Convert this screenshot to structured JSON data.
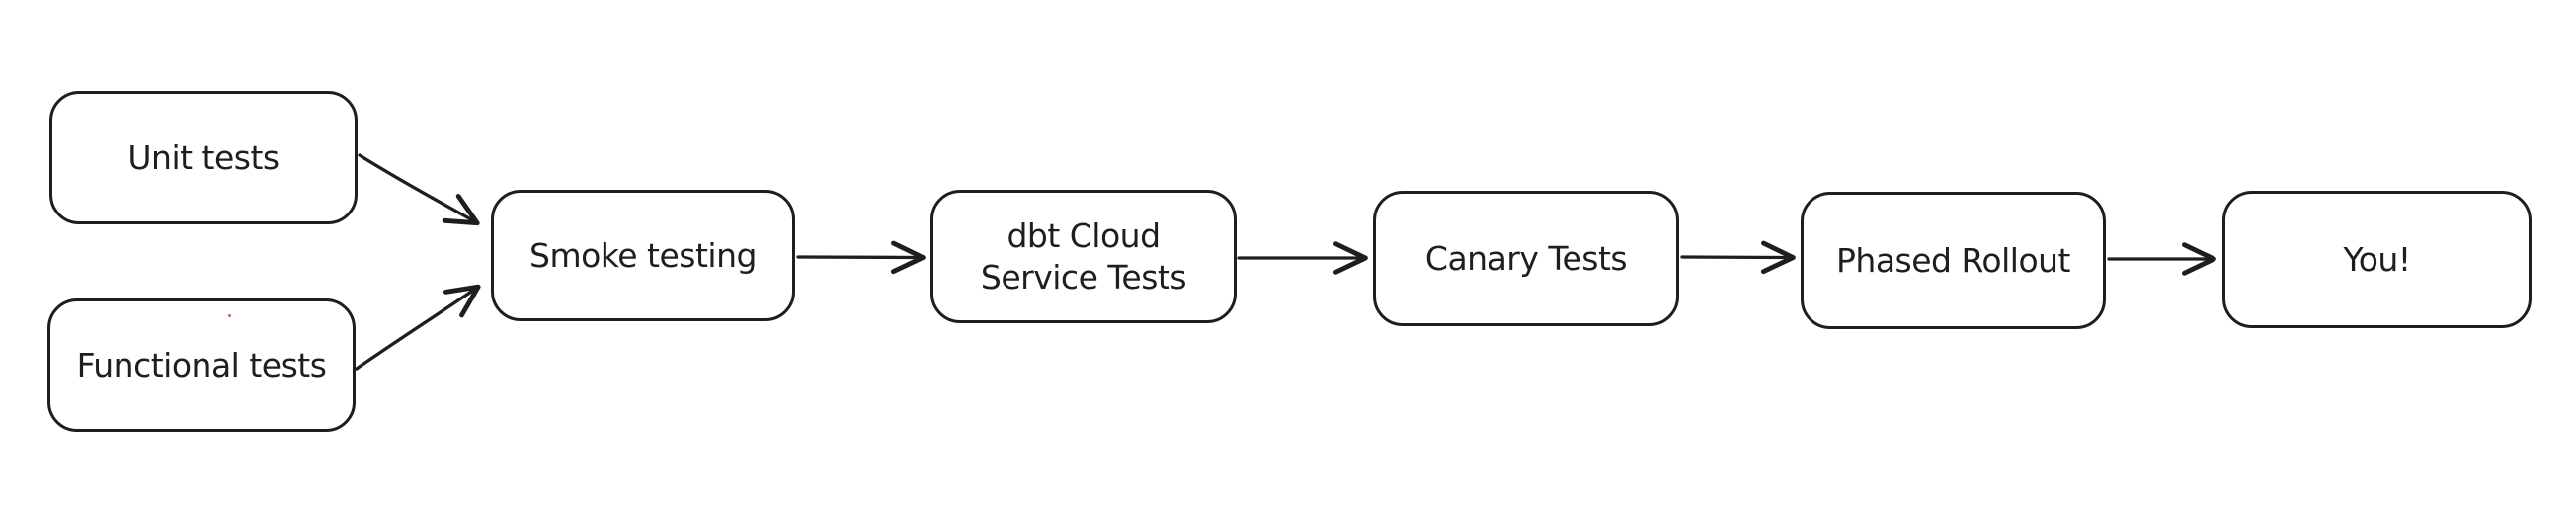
{
  "diagram": {
    "type": "flowchart",
    "style": "hand-drawn",
    "nodes": [
      {
        "id": "unit-tests",
        "label": "Unit tests"
      },
      {
        "id": "functional-tests",
        "label": "Functional tests"
      },
      {
        "id": "smoke-testing",
        "label": "Smoke testing"
      },
      {
        "id": "dbt-cloud-service-tests",
        "label": "dbt Cloud\nService Tests"
      },
      {
        "id": "canary-tests",
        "label": "Canary Tests"
      },
      {
        "id": "phased-rollout",
        "label": "Phased Rollout"
      },
      {
        "id": "you",
        "label": "You!"
      }
    ],
    "edges": [
      {
        "from": "unit-tests",
        "to": "smoke-testing"
      },
      {
        "from": "functional-tests",
        "to": "smoke-testing"
      },
      {
        "from": "smoke-testing",
        "to": "dbt-cloud-service-tests"
      },
      {
        "from": "dbt-cloud-service-tests",
        "to": "canary-tests"
      },
      {
        "from": "canary-tests",
        "to": "phased-rollout"
      },
      {
        "from": "phased-rollout",
        "to": "you"
      }
    ],
    "colors": {
      "stroke": "#1e1e1e",
      "background": "#ffffff",
      "artifact_dot": "#e05252"
    }
  }
}
